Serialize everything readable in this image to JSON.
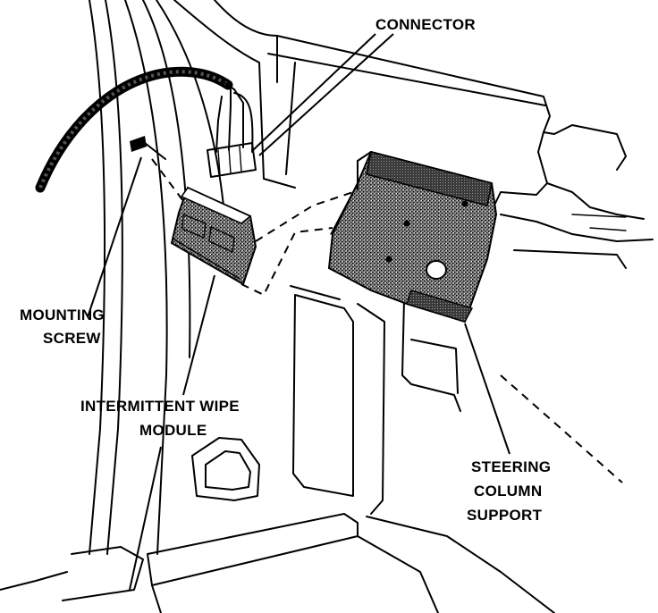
{
  "labels": {
    "connector": "CONNECTOR",
    "mounting_screw_line1": "MOUNTING",
    "mounting_screw_line2": "SCREW",
    "module_line1": "INTERMITTENT WIPE",
    "module_line2": "MODULE",
    "support_line1": "STEERING",
    "support_line2": "COLUMN",
    "support_line3": "SUPPORT"
  },
  "colors": {
    "ink": "#000000",
    "background": "#ffffff",
    "shading": "#4a4a4a"
  }
}
